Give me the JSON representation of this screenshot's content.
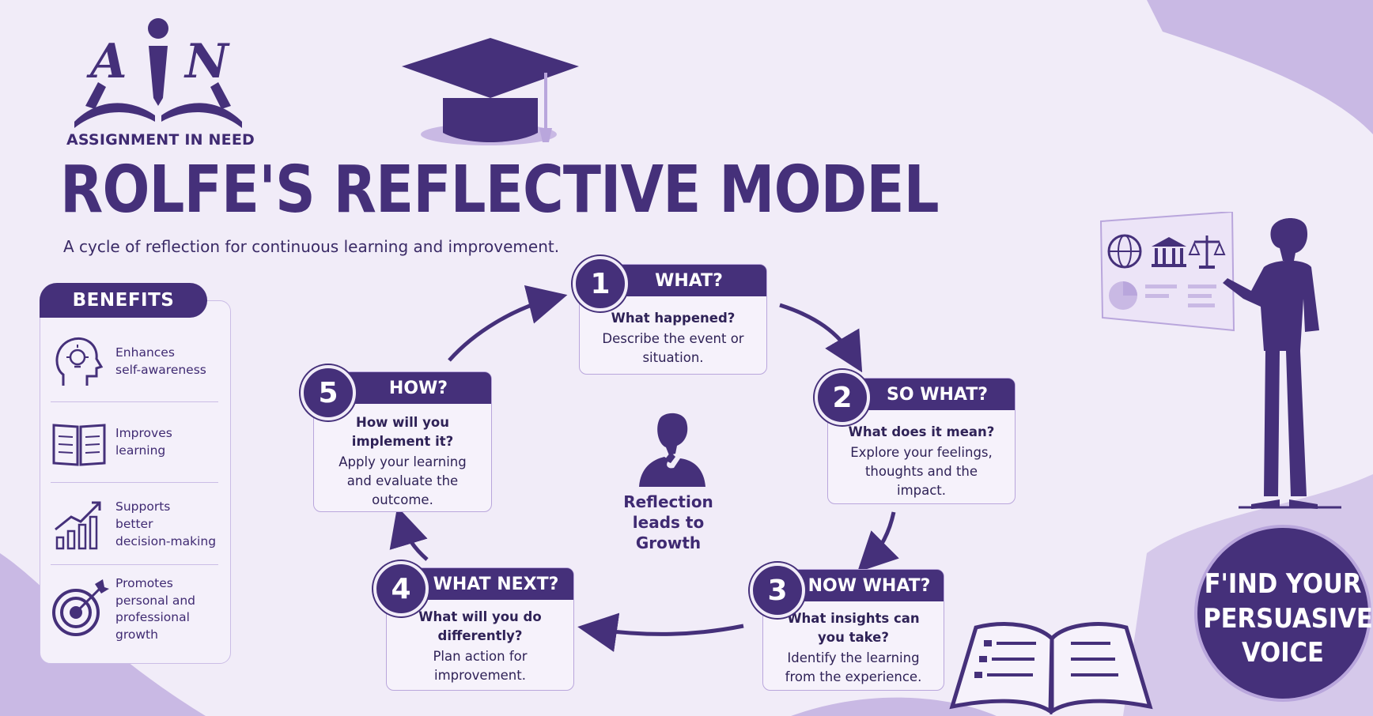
{
  "brand": {
    "logo_letters": "AIN",
    "name": "ASSIGNMENT IN NEED"
  },
  "title": "ROLFE'S REFLECTIVE MODEL",
  "subtitle": "A cycle of reflection for continuous learning and improvement.",
  "benefits": {
    "heading": "BENEFITS",
    "items": [
      {
        "icon": "lightbulb-head-icon",
        "label": "Enhances\nself-awareness"
      },
      {
        "icon": "open-book-icon",
        "label": "Improves\nlearning"
      },
      {
        "icon": "growth-chart-icon",
        "label": "Supports\nbetter\ndecision-making"
      },
      {
        "icon": "target-icon",
        "label": "Promotes\npersonal and\nprofessional\ngrowth"
      }
    ]
  },
  "steps": [
    {
      "number": "1",
      "title": "WHAT?",
      "question": "What happened?",
      "description": "Describe the event or\nsituation."
    },
    {
      "number": "2",
      "title": "SO WHAT?",
      "question": "What does it mean?",
      "description": "Explore your feelings,\nthoughts and the\nimpact."
    },
    {
      "number": "3",
      "title": "NOW WHAT?",
      "question": "What insights can\nyou take?",
      "description": "Identify the learning\nfrom the experience."
    },
    {
      "number": "4",
      "title": "WHAT NEXT?",
      "question": "What will you do\ndifferently?",
      "description": "Plan action for\nimprovement."
    },
    {
      "number": "5",
      "title": "HOW?",
      "question": "How will you\nimplement it?",
      "description": "Apply your learning\nand evaluate the\noutcome."
    }
  ],
  "center": {
    "text": "Reflection\nleads to\nGrowth",
    "icon": "thinking-person-icon"
  },
  "slogan": "F'IND YOUR\nPERSUASIVE\nVOICE",
  "decorations": [
    "graduation-cap-icon",
    "presenter-person-icon",
    "globe-icon",
    "bank-icon",
    "scales-icon",
    "pie-chart-icon",
    "open-book-icon"
  ],
  "colors": {
    "primary": "#45307a",
    "background": "#f1ecf8",
    "accent_light": "#b9a6dc"
  }
}
